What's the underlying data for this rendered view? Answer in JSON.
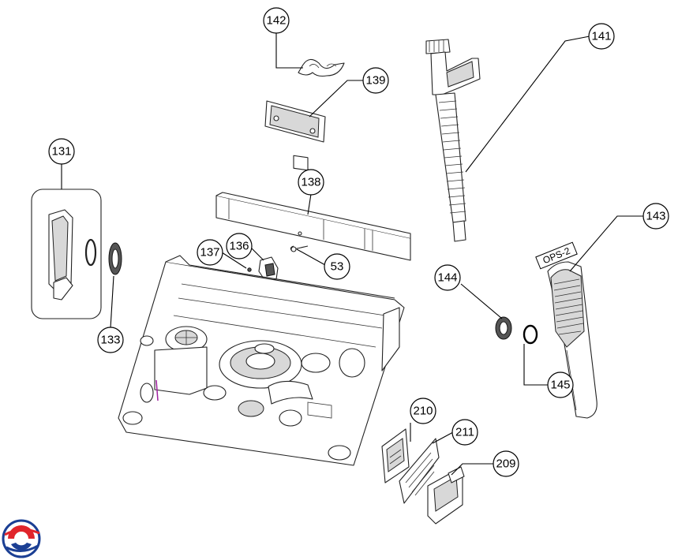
{
  "callouts": [
    {
      "id": "c142",
      "label": "142"
    },
    {
      "id": "c139",
      "label": "139"
    },
    {
      "id": "c141",
      "label": "141"
    },
    {
      "id": "c131",
      "label": "131"
    },
    {
      "id": "c138",
      "label": "138"
    },
    {
      "id": "c137",
      "label": "137"
    },
    {
      "id": "c136",
      "label": "136"
    },
    {
      "id": "c53",
      "label": "53"
    },
    {
      "id": "c133",
      "label": "133"
    },
    {
      "id": "c143",
      "label": "143"
    },
    {
      "id": "c144",
      "label": "144"
    },
    {
      "id": "c145",
      "label": "145"
    },
    {
      "id": "c210",
      "label": "210"
    },
    {
      "id": "c211",
      "label": "211"
    },
    {
      "id": "c209",
      "label": "209"
    }
  ],
  "part_label_143": "OPS-2",
  "colors": {
    "line": "#000000",
    "logo_red": "#e0252b",
    "logo_blue": "#1b3f94"
  }
}
